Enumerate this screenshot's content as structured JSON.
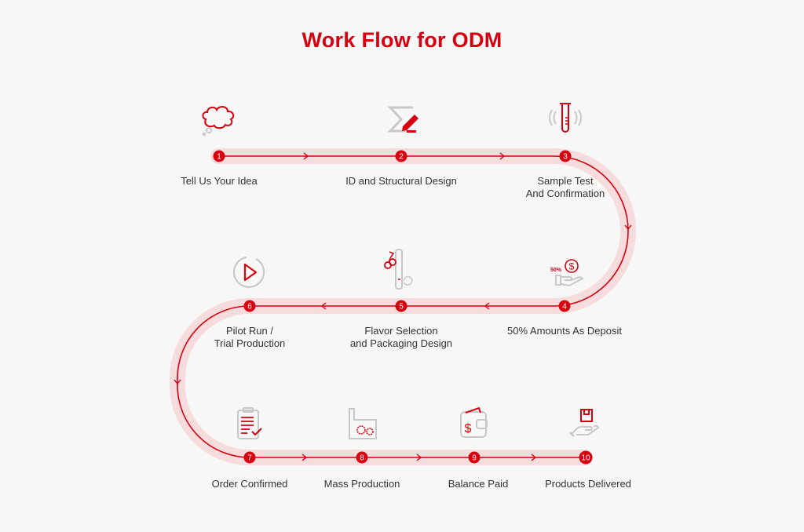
{
  "title": "Work Flow for ODM",
  "colors": {
    "accent": "#d7000f",
    "track": "#f7dcdd",
    "icon_gray": "#c8c8c8",
    "text": "#333333",
    "background": "#f7f7f7"
  },
  "steps": [
    {
      "number": "1",
      "label_lines": [
        "Tell Us Your Idea"
      ],
      "icon": "thought-cloud-icon"
    },
    {
      "number": "2",
      "label_lines": [
        "ID and Structural Design"
      ],
      "icon": "sigma-pencil-icon"
    },
    {
      "number": "3",
      "label_lines": [
        "Sample Test",
        "And Confirmation"
      ],
      "icon": "test-tube-icon"
    },
    {
      "number": "4",
      "label_lines": [
        "50% Amounts As Deposit"
      ],
      "icon": "hand-coin-icon",
      "icon_text": "50%"
    },
    {
      "number": "5",
      "label_lines": [
        "Flavor Selection",
        "and Packaging Design"
      ],
      "icon": "vape-fruit-icon"
    },
    {
      "number": "6",
      "label_lines": [
        "Pilot Run /",
        "Trial Production"
      ],
      "icon": "play-circle-icon"
    },
    {
      "number": "7",
      "label_lines": [
        "Order Confirmed"
      ],
      "icon": "clipboard-check-icon"
    },
    {
      "number": "8",
      "label_lines": [
        "Mass Production"
      ],
      "icon": "factory-gears-icon"
    },
    {
      "number": "9",
      "label_lines": [
        "Balance Paid"
      ],
      "icon": "wallet-dollar-icon"
    },
    {
      "number": "10",
      "label_lines": [
        "Products Delivered"
      ],
      "icon": "hand-box-icon"
    }
  ]
}
